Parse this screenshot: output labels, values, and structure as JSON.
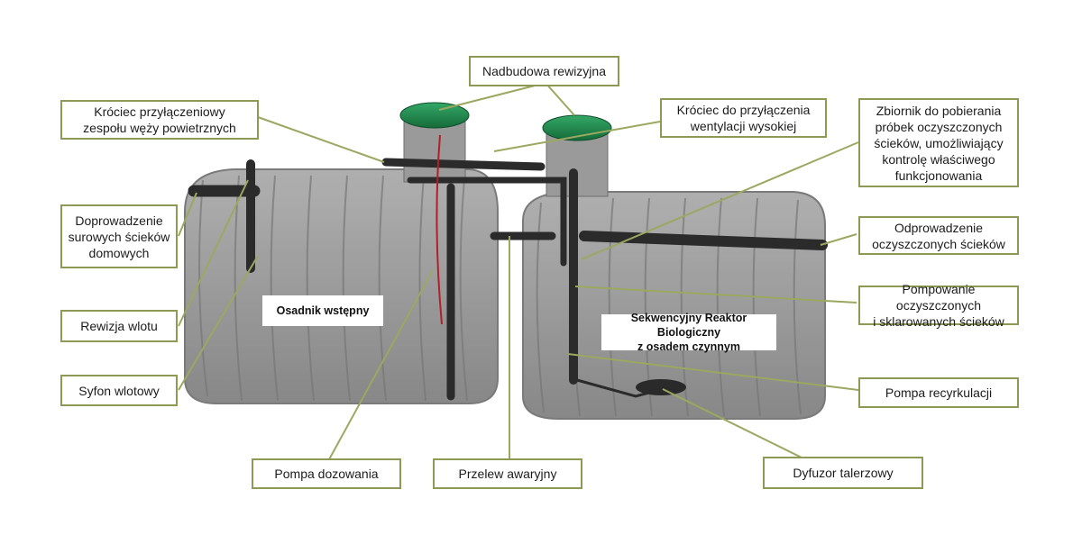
{
  "colors": {
    "callout_border": "#8c9a55",
    "leader_line": "#9aa860",
    "tank_body": "#8f8f8f",
    "lid_green": "#1f8a4c",
    "pipe_dark": "#2b2b2b",
    "red_hose": "#b0202a"
  },
  "tank_labels": {
    "primary": "Osadnik wstępny",
    "reactor": "Sekwencyjny Reaktor Biologiczny\nz osadem czynnym"
  },
  "callouts": {
    "nadbudowa": "Nadbudowa rewizyjna",
    "krociec_weze": "Króciec przyłączeniowy\nzespołu węży powietrznych",
    "krociec_went": "Króciec do przyłączenia\nwentylacji wysokiej",
    "zbiornik_probek": "Zbiornik do pobierania\npróbek oczyszczonych\nścieków, umożliwiający\nkontrolę właściwego\nfunkcjonowania",
    "doprowadzenie": "Doprowadzenie\nsurowych ścieków\ndomowych",
    "odprowadzenie": "Odprowadzenie\noczyszczonych ścieków",
    "rewizja": "Rewizja wlotu",
    "pompowanie": "Pompowanie oczyszczonych\ni sklarowanych ścieków",
    "syfon": "Syfon wlotowy",
    "pompa_recyrk": "Pompa recyrkulacji",
    "pompa_doz": "Pompa dozowania",
    "przelew": "Przelew awaryjny",
    "dyfuzor": "Dyfuzor talerzowy"
  }
}
